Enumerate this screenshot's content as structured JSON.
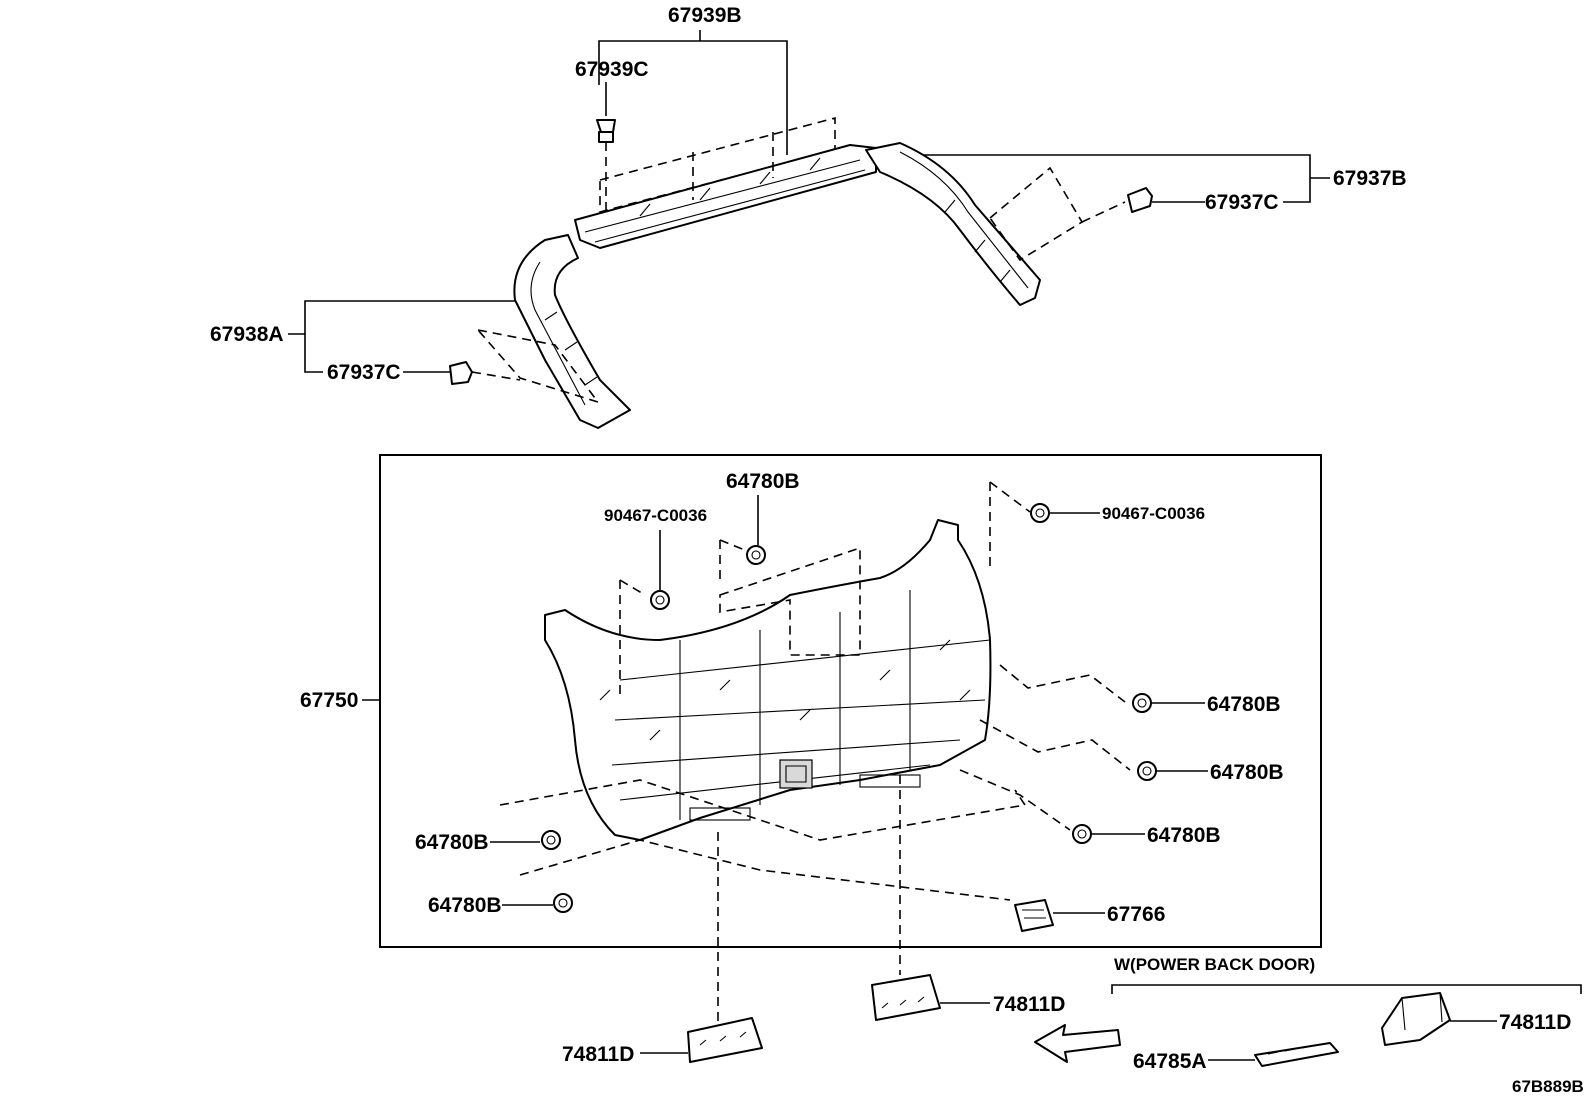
{
  "labels": {
    "p67939B": "67939B",
    "p67939C": "67939C",
    "p67937B": "67937B",
    "p67937C_right": "67937C",
    "p67938A": "67938A",
    "p67937C_left": "67937C",
    "p64780B_top": "64780B",
    "p90467_left": "90467-C0036",
    "p90467_right": "90467-C0036",
    "p67750": "67750",
    "p64780B_r1": "64780B",
    "p64780B_r2": "64780B",
    "p64780B_r3": "64780B",
    "p64780B_l1": "64780B",
    "p64780B_l2": "64780B",
    "p67766": "67766",
    "p74811D_left": "74811D",
    "p74811D_mid": "74811D",
    "p74811D_right": "74811D",
    "p64785A": "64785A",
    "power_back_door": "W(POWER BACK DOOR)",
    "diagram_id": "67B889B"
  }
}
